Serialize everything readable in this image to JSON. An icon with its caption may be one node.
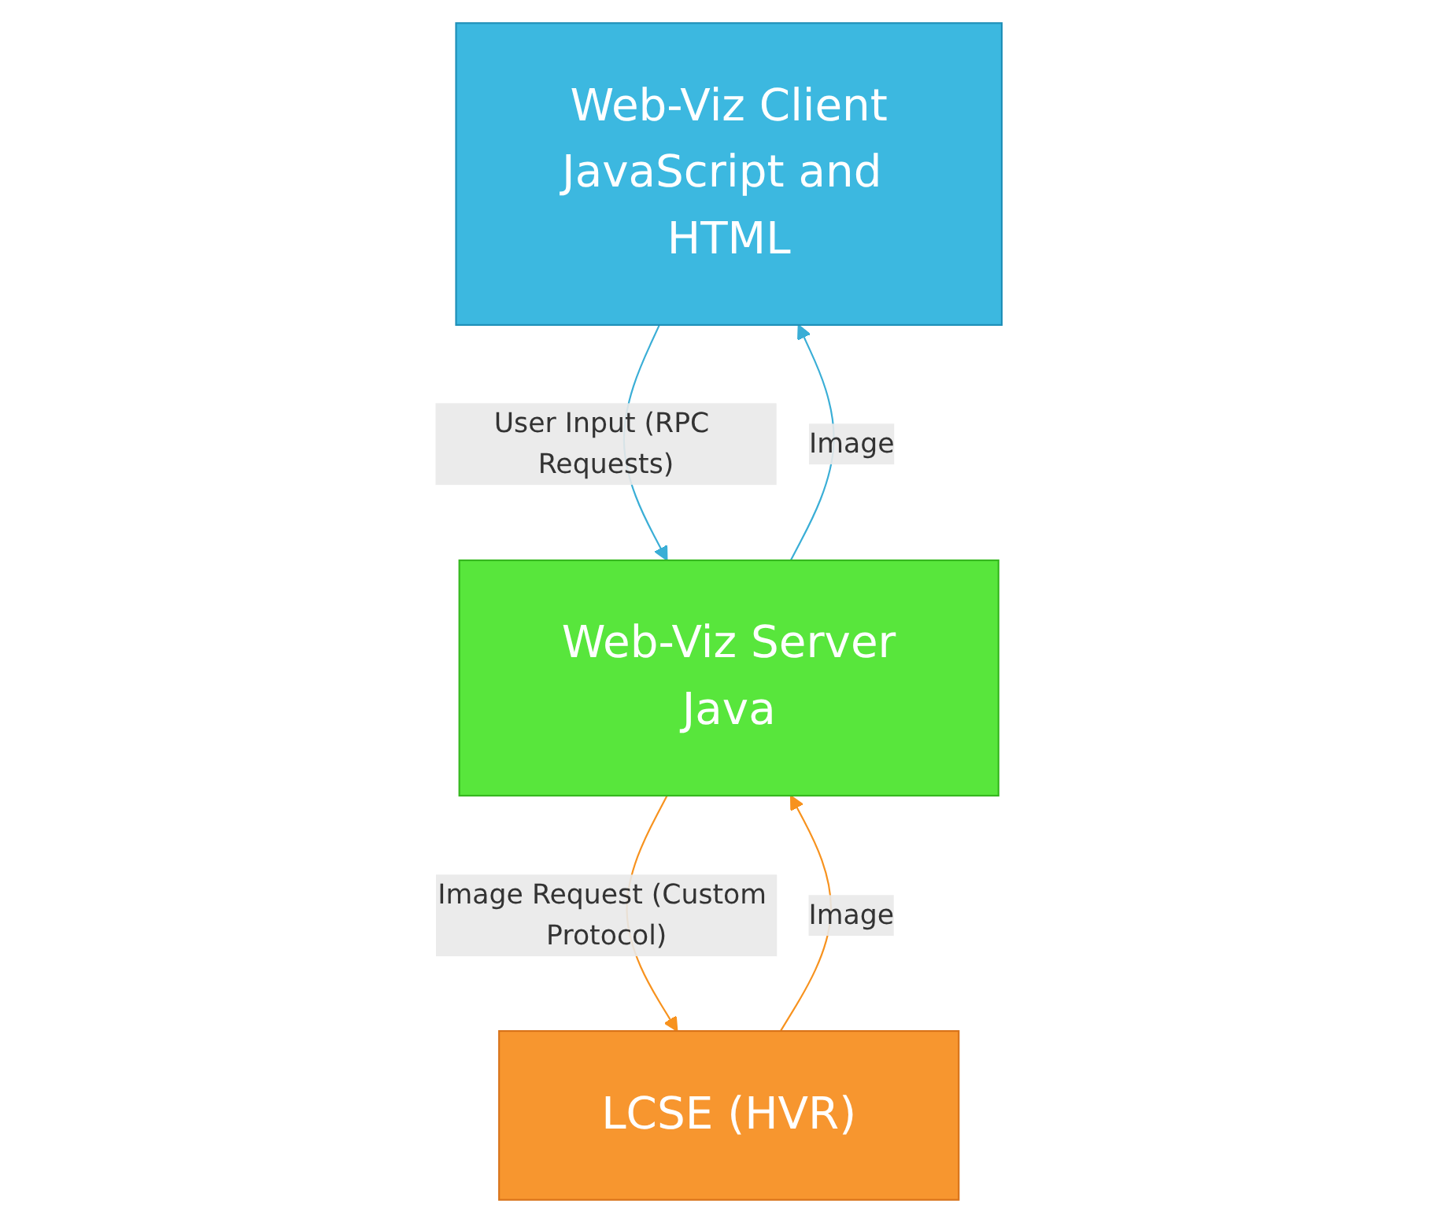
{
  "diagram": {
    "nodes": [
      {
        "text": [
          "Web-Viz Client",
          "JavaScript and HTML"
        ]
      },
      {
        "text": [
          "Web-Viz Server",
          "Java"
        ]
      },
      {
        "text": [
          "LCSE (HVR)"
        ]
      }
    ],
    "edges": [
      {
        "from": 0,
        "to": 1,
        "arrow": "to",
        "label": "User Input (RPC Requests)",
        "color": "#3aaed6"
      },
      {
        "from": 1,
        "to": 0,
        "arrow": "to",
        "label": "Image",
        "color": "#3aaed6"
      },
      {
        "from": 1,
        "to": 2,
        "arrow": "to",
        "label": "Image Request (Custom Protocol)",
        "color": "#f7921e"
      },
      {
        "from": 2,
        "to": 1,
        "arrow": "to",
        "label": "Image",
        "color": "#f7921e"
      }
    ]
  }
}
